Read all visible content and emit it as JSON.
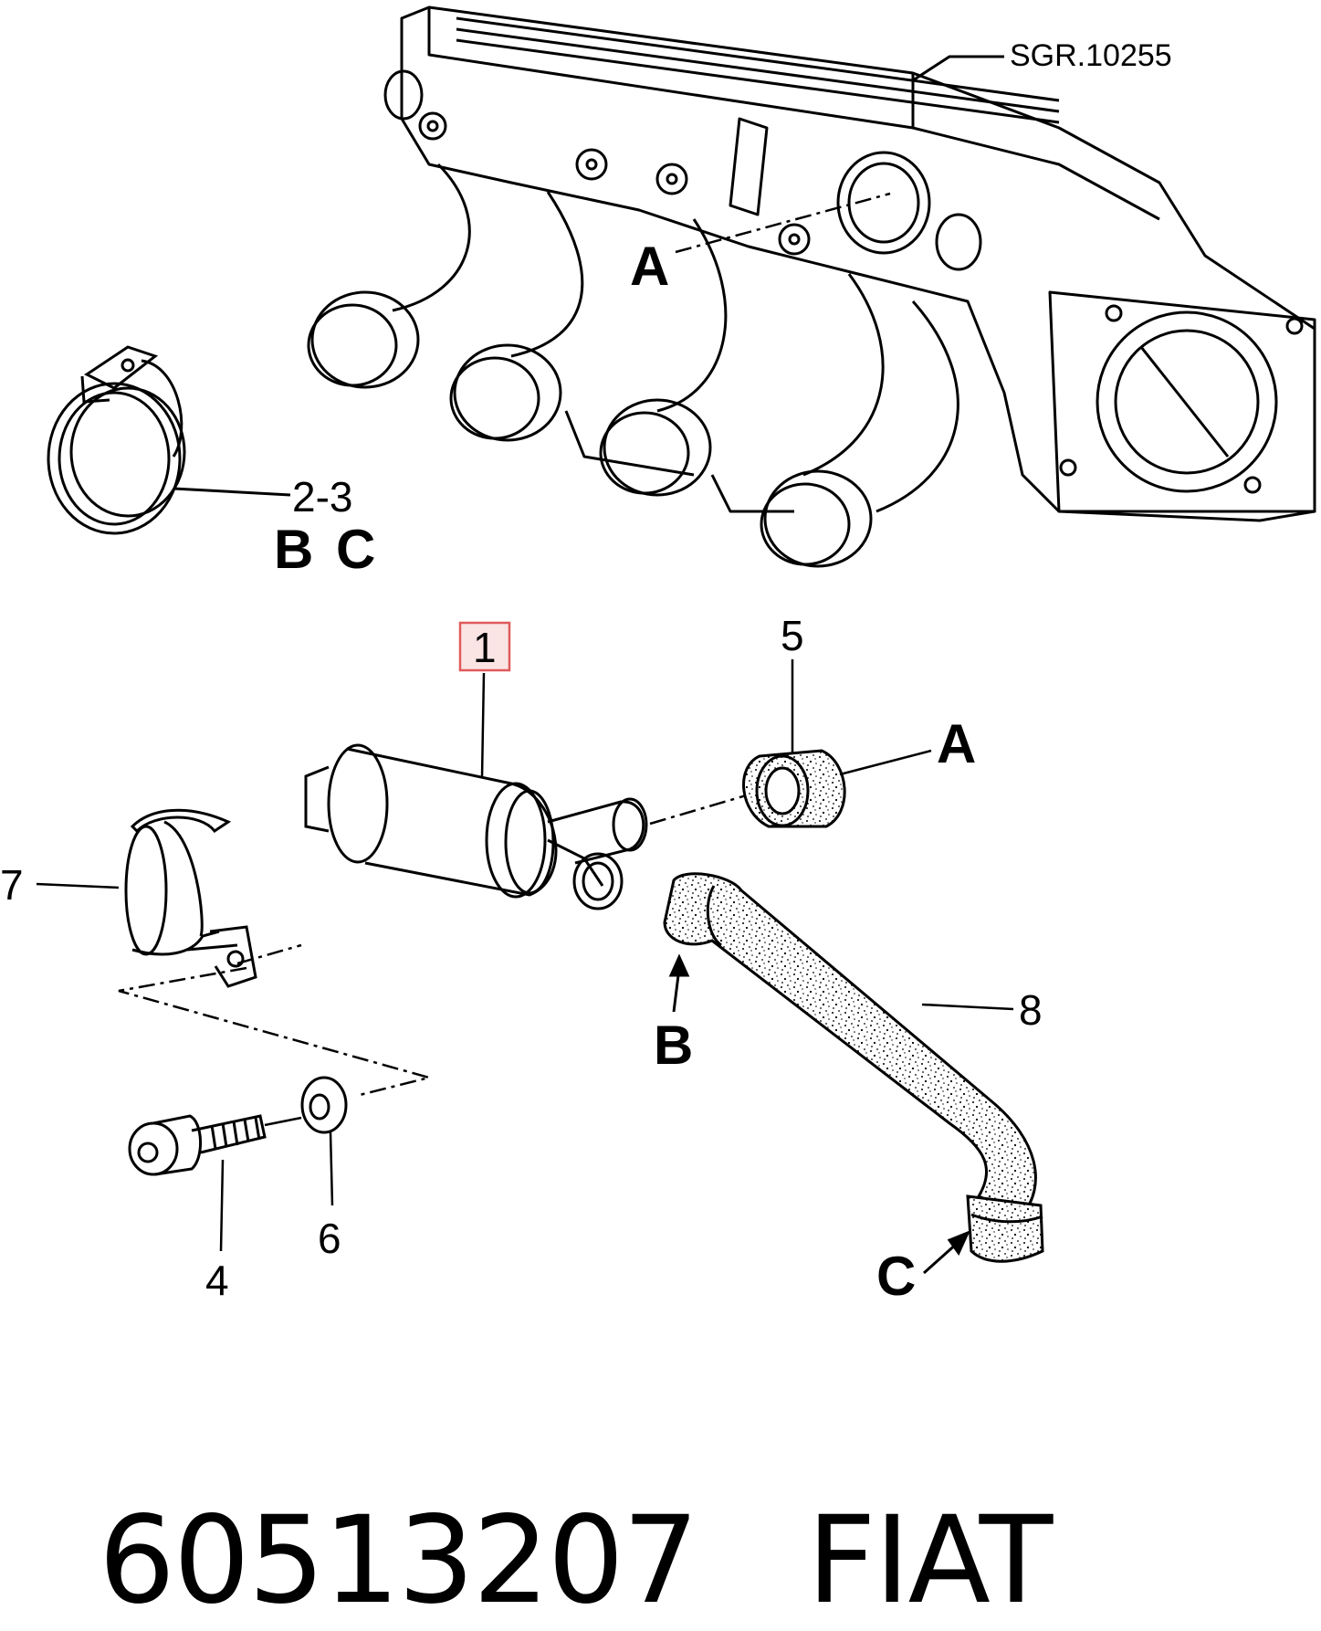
{
  "diagram": {
    "reference": "SGR.10255",
    "callouts": {
      "part_1": "1",
      "part_2_3": "2-3",
      "part_4": "4",
      "part_5": "5",
      "part_6": "6",
      "part_7": "7",
      "part_8": "8"
    },
    "connection_letters": {
      "manifold_A": "A",
      "clamp_B": "B",
      "clamp_C": "C",
      "bushing_A": "A",
      "hose_B": "B",
      "hose_C": "C"
    },
    "highlighted_part": "1",
    "highlight_color": "#e05a5a"
  },
  "footer": {
    "part_number": "60513207",
    "brand": "FIAT"
  }
}
